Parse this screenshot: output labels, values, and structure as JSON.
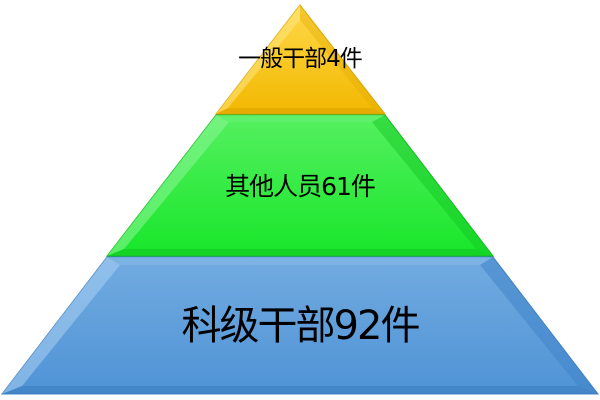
{
  "diagram": {
    "type": "pyramid",
    "tiers": [
      {
        "position": "top",
        "label": "一般干部4件",
        "category": "一般干部",
        "count": 4,
        "unit": "件",
        "color": "#F5C518"
      },
      {
        "position": "middle",
        "label": "其他人员61件",
        "category": "其他人员",
        "count": 61,
        "unit": "件",
        "color": "#2EE83A"
      },
      {
        "position": "bottom",
        "label": "科级干部92件",
        "category": "科级干部",
        "count": 92,
        "unit": "件",
        "color": "#5B9BD5"
      }
    ]
  }
}
